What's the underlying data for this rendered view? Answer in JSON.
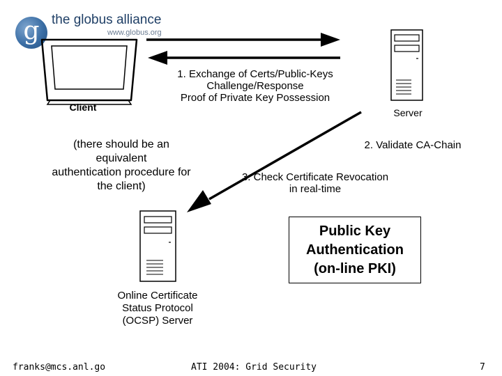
{
  "logo": {
    "name": "the globus alliance",
    "url": "www.globus.org",
    "mark": "g"
  },
  "diagram": {
    "client_label": "Client",
    "server_label": "Server",
    "step1_lines": [
      "1. Exchange of Certs/Public-Keys",
      "Challenge/Response",
      "Proof of Private Key Possession"
    ],
    "equivalent_lines": [
      "(there should be an",
      "equivalent",
      "authentication procedure for",
      "the client)"
    ],
    "step2": "2. Validate CA-Chain",
    "step3_lines": [
      "3. Check Certificate Revocation",
      "in real-time"
    ],
    "ocsp_lines": [
      "Online Certificate",
      "Status Protocol",
      "(OCSP) Server"
    ],
    "pki_box_lines": [
      "Public Key",
      "Authentication",
      "(on-line PKI)"
    ]
  },
  "footer": {
    "left": "franks@mcs.anl.go",
    "center": "ATI 2004: Grid Security",
    "page": "7"
  }
}
